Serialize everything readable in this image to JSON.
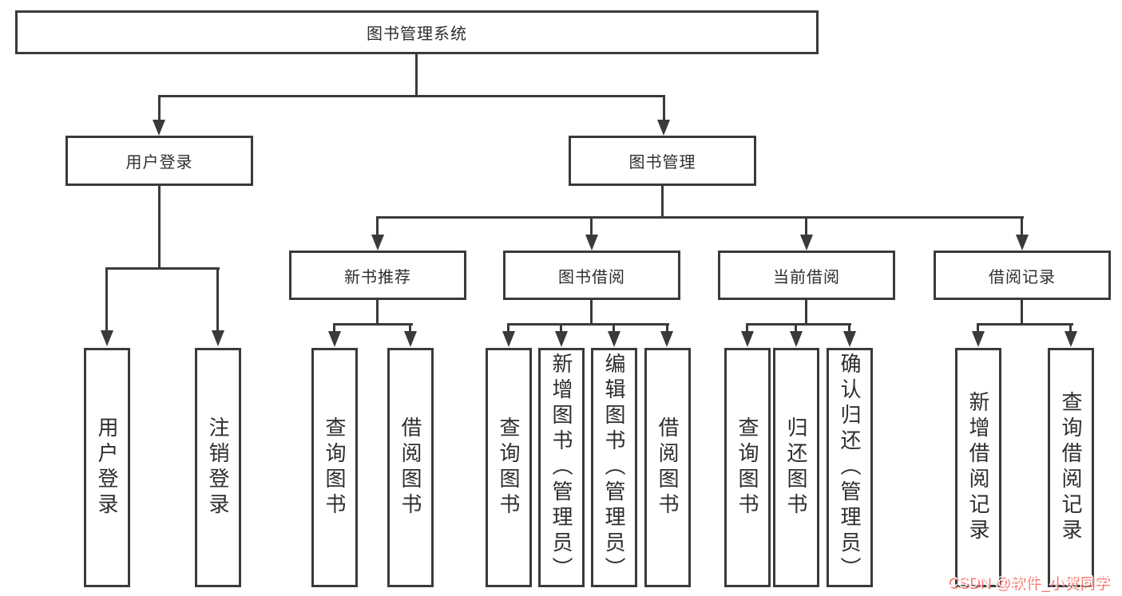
{
  "nodes": {
    "root": "图书管理系统",
    "level2": [
      "用户登录",
      "图书管理"
    ],
    "level3": [
      "新书推荐",
      "图书借阅",
      "当前借阅",
      "借阅记录"
    ],
    "leaves": {
      "login": [
        "用户登录",
        "注销登录"
      ],
      "newbook": [
        "查询图书",
        "借阅图书"
      ],
      "borrow": [
        "查询图书",
        "新增图书（管理员）",
        "编辑图书（管理员）",
        "借阅图书"
      ],
      "current": [
        "查询图书",
        "归还图书",
        "确认归还（管理员）"
      ],
      "record": [
        "新增借阅记录",
        "查询借阅记录"
      ]
    }
  },
  "watermark": "CSDN @软件_小贺同学",
  "colors": {
    "line": "#3a3a3a",
    "text": "#2e2e2e",
    "watermark_text": "#ffffff",
    "watermark_shadow": "#f8756c"
  }
}
